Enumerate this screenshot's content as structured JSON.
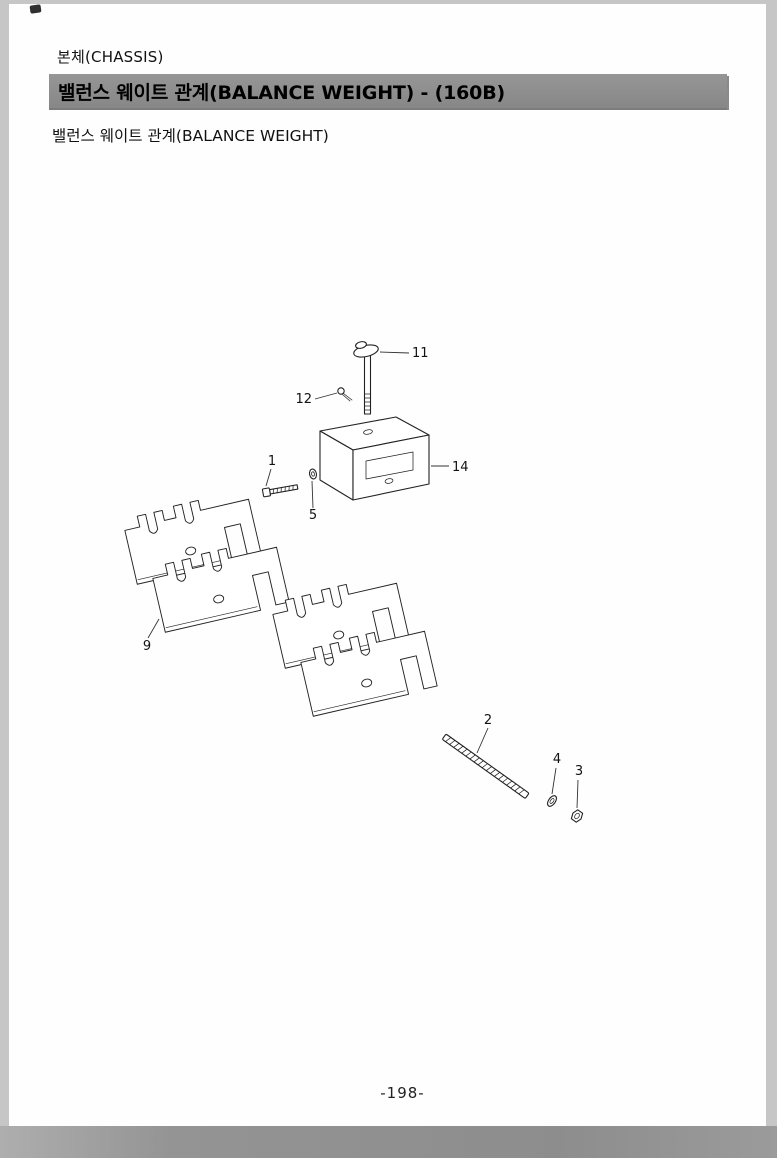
{
  "page": {
    "header": "본체(CHASSIS)",
    "section_title": "밸런스 웨이트 관계(BALANCE WEIGHT) - (160B)",
    "subtitle": "밸런스 웨이트 관계(BALANCE WEIGHT)",
    "page_number": "-198-"
  },
  "diagram": {
    "part_labels": [
      "11",
      "12",
      "14",
      "1",
      "5",
      "9",
      "2",
      "4",
      "3"
    ]
  },
  "colors": {
    "page_background": "#fefefe",
    "outer_background": "#c6c6c6",
    "bottom_band": "#8d8d8d",
    "title_bar_background": "#8e8e8e",
    "title_text": "#000000",
    "line_color": "#222222"
  }
}
